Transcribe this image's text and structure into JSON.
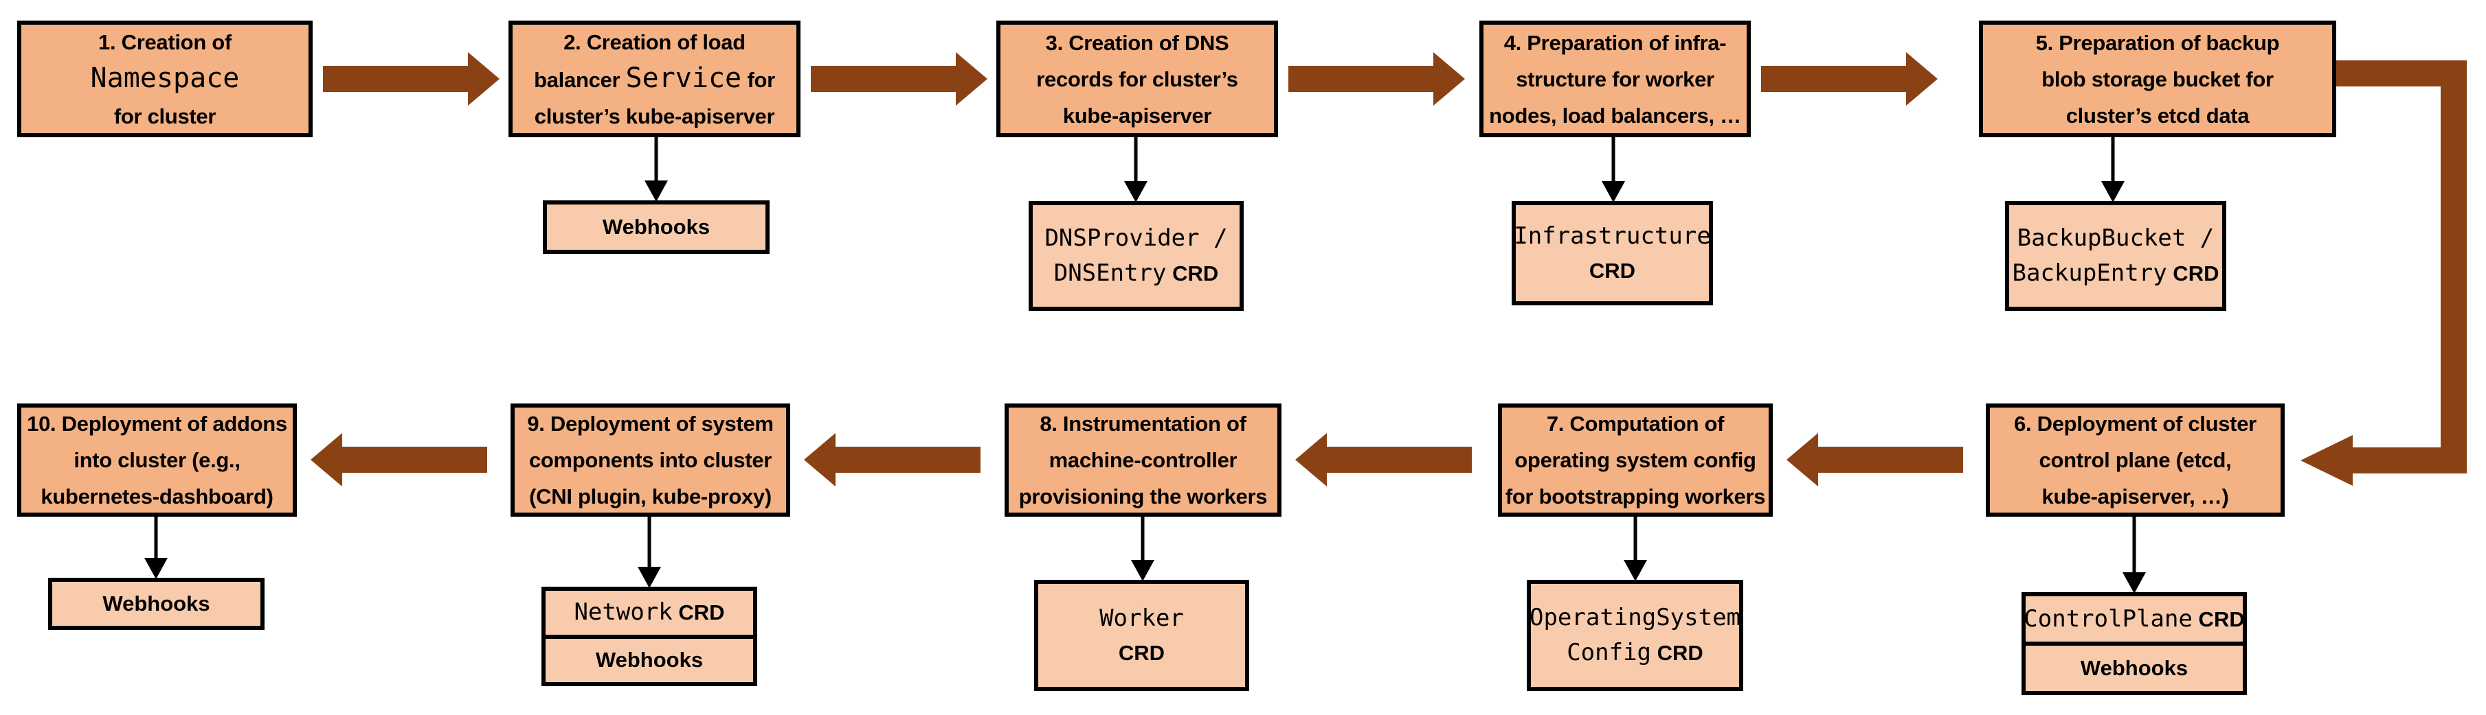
{
  "diagram": {
    "type": "flowchart",
    "description_visible_text_only": true,
    "colors": {
      "step_box_fill": "#F4B183",
      "sub_box_fill": "#F8CBAD",
      "flow_arrow": "#8A4215",
      "border": "#000000",
      "background": "#FFFFFF"
    },
    "steps": [
      {
        "number": "1",
        "lines": [
          [
            {
              "text": "1. Creation of",
              "style": "sans"
            }
          ],
          [
            {
              "text": "Namespace",
              "style": "mono"
            }
          ],
          [
            {
              "text": "for cluster",
              "style": "sans"
            }
          ]
        ],
        "sub": null
      },
      {
        "number": "2",
        "lines": [
          [
            {
              "text": "2. Creation of load",
              "style": "sans"
            }
          ],
          [
            {
              "text": "balancer ",
              "style": "sans"
            },
            {
              "text": "Service",
              "style": "mono"
            },
            {
              "text": " for",
              "style": "sans"
            }
          ],
          [
            {
              "text": "cluster’s kube-apiserver",
              "style": "sans"
            }
          ]
        ],
        "sub": {
          "cells": [
            {
              "lines": [
                [
                  {
                    "text": "Webhooks",
                    "style": "sans"
                  }
                ]
              ]
            }
          ]
        }
      },
      {
        "number": "3",
        "lines": [
          [
            {
              "text": "3. Creation of DNS",
              "style": "sans"
            }
          ],
          [
            {
              "text": "records for cluster’s",
              "style": "sans"
            }
          ],
          [
            {
              "text": "kube-apiserver",
              "style": "sans"
            }
          ]
        ],
        "sub": {
          "cells": [
            {
              "lines": [
                [
                  {
                    "text": "DNSProvider /",
                    "style": "mono"
                  }
                ],
                [
                  {
                    "text": "DNSEntry",
                    "style": "mono"
                  },
                  {
                    "text": " CRD",
                    "style": "crd"
                  }
                ]
              ]
            }
          ]
        }
      },
      {
        "number": "4",
        "lines": [
          [
            {
              "text": "4. Preparation of infra-",
              "style": "sans"
            }
          ],
          [
            {
              "text": "structure for worker",
              "style": "sans"
            }
          ],
          [
            {
              "text": "nodes, load balancers, …",
              "style": "sans"
            }
          ]
        ],
        "sub": {
          "cells": [
            {
              "lines": [
                [
                  {
                    "text": "Infrastructure",
                    "style": "mono"
                  }
                ],
                [
                  {
                    "text": "CRD",
                    "style": "crd"
                  }
                ]
              ]
            }
          ]
        }
      },
      {
        "number": "5",
        "lines": [
          [
            {
              "text": "5. Preparation of backup",
              "style": "sans"
            }
          ],
          [
            {
              "text": "blob storage bucket for",
              "style": "sans"
            }
          ],
          [
            {
              "text": "cluster’s etcd data",
              "style": "sans"
            }
          ]
        ],
        "sub": {
          "cells": [
            {
              "lines": [
                [
                  {
                    "text": "BackupBucket /",
                    "style": "mono"
                  }
                ],
                [
                  {
                    "text": "BackupEntry",
                    "style": "mono"
                  },
                  {
                    "text": " CRD",
                    "style": "crd"
                  }
                ]
              ]
            }
          ]
        }
      },
      {
        "number": "6",
        "lines": [
          [
            {
              "text": "6. Deployment of cluster",
              "style": "sans"
            }
          ],
          [
            {
              "text": "control plane (etcd,",
              "style": "sans"
            }
          ],
          [
            {
              "text": "kube-apiserver, …)",
              "style": "sans"
            }
          ]
        ],
        "sub": {
          "cells": [
            {
              "lines": [
                [
                  {
                    "text": "ControlPlane",
                    "style": "mono"
                  },
                  {
                    "text": " CRD",
                    "style": "crd"
                  }
                ]
              ]
            },
            {
              "lines": [
                [
                  {
                    "text": "Webhooks",
                    "style": "sans"
                  }
                ]
              ]
            }
          ]
        }
      },
      {
        "number": "7",
        "lines": [
          [
            {
              "text": "7. Computation of",
              "style": "sans"
            }
          ],
          [
            {
              "text": "operating system config",
              "style": "sans"
            }
          ],
          [
            {
              "text": "for bootstrapping workers",
              "style": "sans"
            }
          ]
        ],
        "sub": {
          "cells": [
            {
              "lines": [
                [
                  {
                    "text": "OperatingSystem",
                    "style": "mono"
                  }
                ],
                [
                  {
                    "text": "Config",
                    "style": "mono"
                  },
                  {
                    "text": " CRD",
                    "style": "crd"
                  }
                ]
              ]
            }
          ]
        }
      },
      {
        "number": "8",
        "lines": [
          [
            {
              "text": "8. Instrumentation of",
              "style": "sans"
            }
          ],
          [
            {
              "text": "machine-controller",
              "style": "sans"
            }
          ],
          [
            {
              "text": "provisioning the workers",
              "style": "sans"
            }
          ]
        ],
        "sub": {
          "cells": [
            {
              "lines": [
                [
                  {
                    "text": "Worker",
                    "style": "mono"
                  }
                ],
                [
                  {
                    "text": "CRD",
                    "style": "crd"
                  }
                ]
              ]
            }
          ]
        }
      },
      {
        "number": "9",
        "lines": [
          [
            {
              "text": "9. Deployment of system",
              "style": "sans"
            }
          ],
          [
            {
              "text": "components into cluster",
              "style": "sans"
            }
          ],
          [
            {
              "text": "(CNI plugin, kube-proxy)",
              "style": "sans"
            }
          ]
        ],
        "sub": {
          "cells": [
            {
              "lines": [
                [
                  {
                    "text": "Network",
                    "style": "mono"
                  },
                  {
                    "text": " CRD",
                    "style": "crd"
                  }
                ]
              ]
            },
            {
              "lines": [
                [
                  {
                    "text": "Webhooks",
                    "style": "sans"
                  }
                ]
              ]
            }
          ]
        }
      },
      {
        "number": "10",
        "lines": [
          [
            {
              "text": "10. Deployment of addons",
              "style": "sans"
            }
          ],
          [
            {
              "text": "into cluster (e.g.,",
              "style": "sans"
            }
          ],
          [
            {
              "text": "kubernetes-dashboard)",
              "style": "sans"
            }
          ]
        ],
        "sub": {
          "cells": [
            {
              "lines": [
                [
                  {
                    "text": "Webhooks",
                    "style": "sans"
                  }
                ]
              ]
            }
          ]
        }
      }
    ],
    "flow": [
      {
        "from": "1",
        "to": "2",
        "shape": "right-arrow"
      },
      {
        "from": "2",
        "to": "3",
        "shape": "right-arrow"
      },
      {
        "from": "3",
        "to": "4",
        "shape": "right-arrow"
      },
      {
        "from": "4",
        "to": "5",
        "shape": "right-arrow"
      },
      {
        "from": "5",
        "to": "6",
        "shape": "elbow-down-left-arrow"
      },
      {
        "from": "6",
        "to": "7",
        "shape": "left-arrow"
      },
      {
        "from": "7",
        "to": "8",
        "shape": "left-arrow"
      },
      {
        "from": "8",
        "to": "9",
        "shape": "left-arrow"
      },
      {
        "from": "9",
        "to": "10",
        "shape": "left-arrow"
      }
    ]
  }
}
